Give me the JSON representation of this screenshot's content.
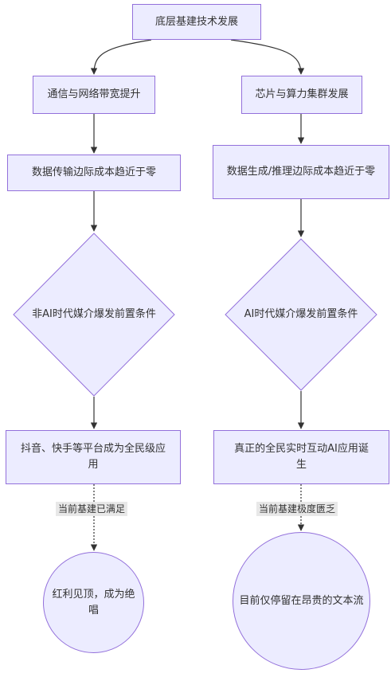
{
  "nodes": {
    "root": "底层基建技术发展",
    "left_1": "通信与网络带宽提升",
    "right_1": "芯片与算力集群发展",
    "left_2": "数据传输边际成本趋近于零",
    "right_2": "数据生成/推理边际成本趋近于零",
    "left_3": "非AI时代媒介爆发前置条件",
    "right_3": "AI时代媒介爆发前置条件",
    "left_4": "抖音、快手等平台成为全民级应用",
    "right_4": "真正的全民实时互动AI应用诞生",
    "left_5": "红利见顶，成为绝唱",
    "right_5": "目前仅停留在昂贵的文本流"
  },
  "edge_labels": {
    "left": "当前基建已满足",
    "right": "当前基建极度匮乏"
  },
  "colors": {
    "node_fill": "#ECECFF",
    "node_stroke": "#9370DB",
    "edge": "#333333",
    "label_bg": "#E8E8E8"
  }
}
